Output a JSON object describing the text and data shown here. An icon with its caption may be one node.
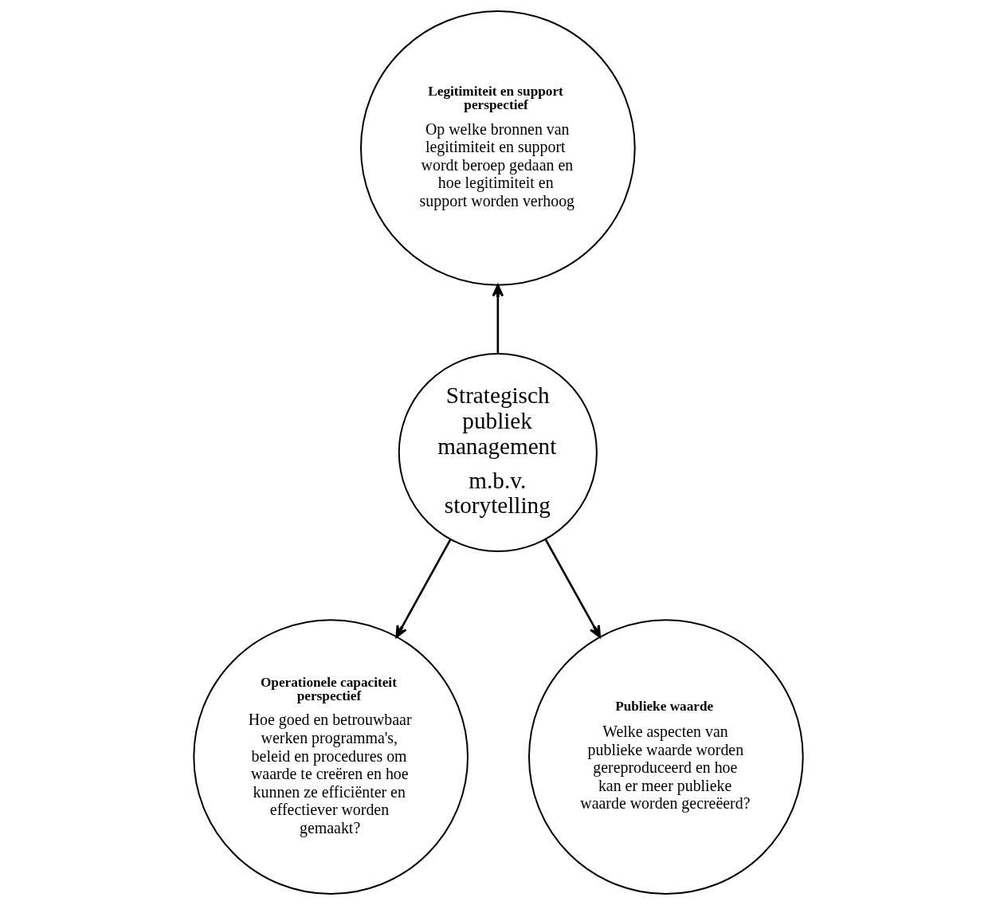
{
  "diagram": {
    "nodes": [
      {
        "text": [
          "Legitimiteit en support perspectief",
          "Op welke bronnen van legitimiteit en support wordt beroep gedaan en hoe legitimiteit en support worden verhoog"
        ]
      },
      {
        "text": [
          "Strategisch publiek management",
          "m.b.v. storytelling"
        ]
      },
      {
        "text": [
          "Operationele capaciteit perspectief",
          "Hoe goed en betrouwbaar werken programma's, beleid en procedures om waarde te creëren en hoe kunnen ze efficiënter en effectiever worden gemaakt?"
        ]
      },
      {
        "text": [
          "Publieke waarde",
          "Welke aspecten van publieke waarde worden gereproduceerd en hoe kan er meer publieke waarde worden gecreëerd?"
        ]
      }
    ],
    "edges": [
      {
        "from": 1,
        "to": 0,
        "arrow": "to"
      },
      {
        "from": 1,
        "to": 2,
        "arrow": "to"
      },
      {
        "from": 1,
        "to": 3,
        "arrow": "to"
      }
    ]
  }
}
